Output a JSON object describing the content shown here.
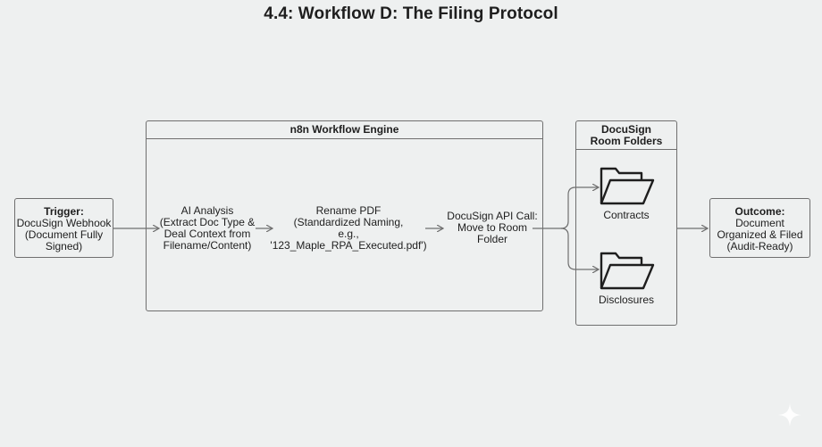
{
  "title": "4.4: Workflow D: The Filing Protocol",
  "trigger": {
    "heading": "Trigger:",
    "lines": [
      "DocuSign Webhook",
      "(Document Fully",
      "Signed)"
    ]
  },
  "engine": {
    "title": "n8n Workflow Engine",
    "steps": [
      {
        "lines": [
          "AI Analysis",
          "(Extract Doc Type &",
          "Deal Context from",
          "Filename/Content)"
        ]
      },
      {
        "lines": [
          "Rename PDF",
          "(Standardized Naming,",
          "e.g.,",
          "'123_Maple_RPA_Executed.pdf')"
        ]
      },
      {
        "lines": [
          "DocuSign API Call:",
          "Move to Room",
          "Folder"
        ]
      }
    ]
  },
  "folders": {
    "title_lines": [
      "DocuSign",
      "Room Folders"
    ],
    "items": [
      {
        "label": "Contracts",
        "icon": "folder-icon"
      },
      {
        "label": "Disclosures",
        "icon": "folder-icon"
      }
    ]
  },
  "outcome": {
    "heading": "Outcome:",
    "lines": [
      "Document",
      "Organized & Filed",
      "(Audit-Ready)"
    ]
  },
  "colors": {
    "background": "#eef0f0",
    "stroke": "#6f6f6f",
    "text": "#1e1e1e"
  }
}
